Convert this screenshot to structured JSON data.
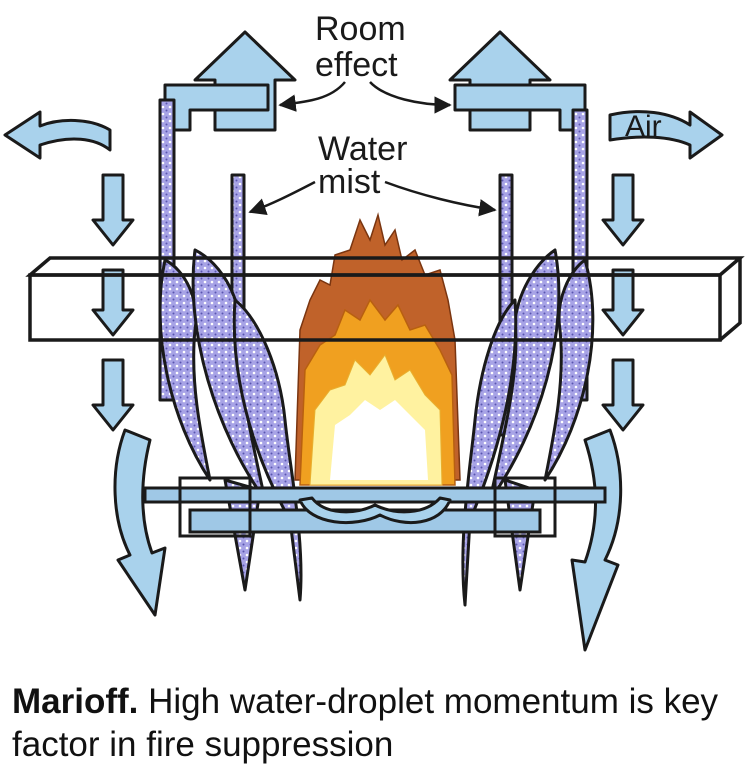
{
  "labels": {
    "room_effect_line1": "Room",
    "room_effect_line2": "effect",
    "water_mist_line1": "Water",
    "water_mist_line2": "mist",
    "air": "Air"
  },
  "caption": {
    "brand": "Marioff.",
    "text": " High water-droplet momentum is key factor in fire suppression"
  },
  "colors": {
    "air": "#a9d2ec",
    "mist": "#a7a3e6",
    "flame_outer": "#c0622a",
    "flame_mid": "#f0a020",
    "flame_inner": "#fff2a0"
  }
}
